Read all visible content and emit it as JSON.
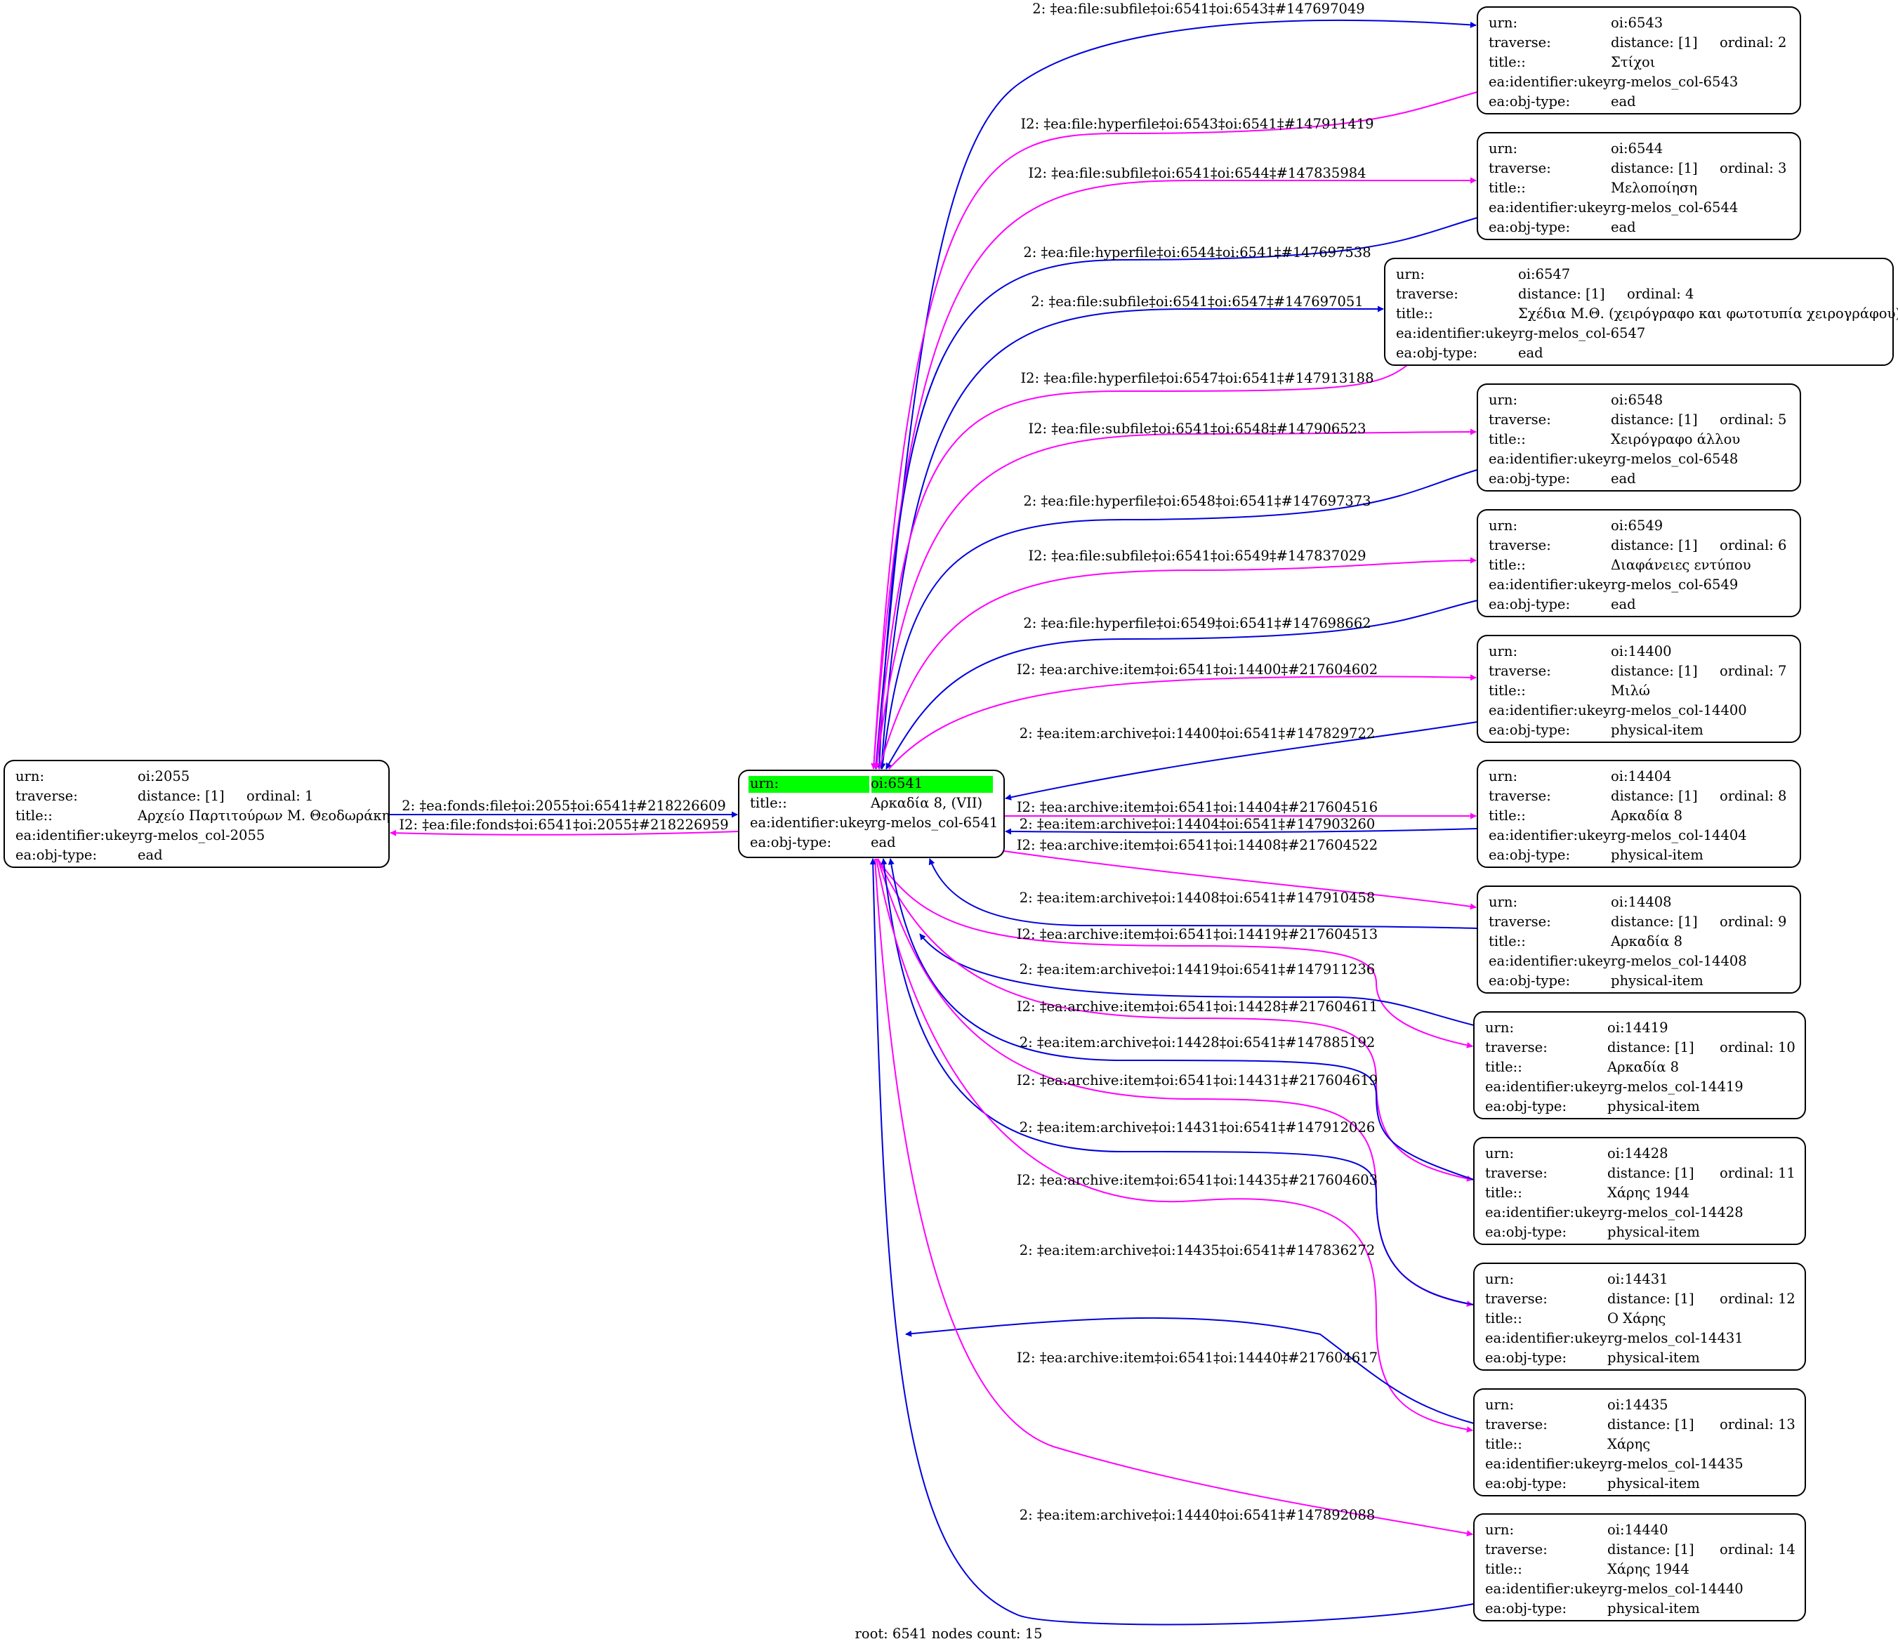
{
  "diagram": {
    "footer": "root: 6541 nodes count: 15",
    "colors": {
      "forward_edge": "#0000dd",
      "inverse_edge": "#ff00ff",
      "root_highlight": "#00ff00",
      "node_border": "#000000"
    },
    "nodes": [
      {
        "id": "n2055",
        "rows": [
          [
            "urn:",
            "oi:2055"
          ],
          [
            "traverse:",
            "distance: [1]",
            "ordinal: 1"
          ],
          [
            "title::",
            "Αρχείο Παρτιτούρων Μ. Θεοδωράκη"
          ],
          [
            "ea:identifier:ukey",
            "rg-melos_col-2055"
          ],
          [
            "ea:obj-type:",
            "ead"
          ]
        ]
      },
      {
        "id": "n6541",
        "root": true,
        "rows": [
          [
            "urn:",
            "oi:6541"
          ],
          [
            "title::",
            "Αρκαδία 8, (VII)"
          ],
          [
            "ea:identifier:ukey",
            "rg-melos_col-6541"
          ],
          [
            "ea:obj-type:",
            "ead"
          ]
        ]
      },
      {
        "id": "n6543",
        "rows": [
          [
            "urn:",
            "oi:6543"
          ],
          [
            "traverse:",
            "distance: [1]",
            "ordinal: 2"
          ],
          [
            "title::",
            "Στίχοι"
          ],
          [
            "ea:identifier:ukey",
            "rg-melos_col-6543"
          ],
          [
            "ea:obj-type:",
            "ead"
          ]
        ]
      },
      {
        "id": "n6544",
        "rows": [
          [
            "urn:",
            "oi:6544"
          ],
          [
            "traverse:",
            "distance: [1]",
            "ordinal: 3"
          ],
          [
            "title::",
            "Μελοποίηση"
          ],
          [
            "ea:identifier:ukey",
            "rg-melos_col-6544"
          ],
          [
            "ea:obj-type:",
            "ead"
          ]
        ]
      },
      {
        "id": "n6547",
        "rows": [
          [
            "urn:",
            "oi:6547"
          ],
          [
            "traverse:",
            "distance: [1]",
            "ordinal: 4"
          ],
          [
            "title::",
            "Σχέδια Μ.Θ. (χειρόγραφο και φωτοτυπία χειρογράφου)"
          ],
          [
            "ea:identifier:ukey",
            "rg-melos_col-6547"
          ],
          [
            "ea:obj-type:",
            "ead"
          ]
        ]
      },
      {
        "id": "n6548",
        "rows": [
          [
            "urn:",
            "oi:6548"
          ],
          [
            "traverse:",
            "distance: [1]",
            "ordinal: 5"
          ],
          [
            "title::",
            "Χειρόγραφο άλλου"
          ],
          [
            "ea:identifier:ukey",
            "rg-melos_col-6548"
          ],
          [
            "ea:obj-type:",
            "ead"
          ]
        ]
      },
      {
        "id": "n6549",
        "rows": [
          [
            "urn:",
            "oi:6549"
          ],
          [
            "traverse:",
            "distance: [1]",
            "ordinal: 6"
          ],
          [
            "title::",
            "Διαφάνειες εντύπου"
          ],
          [
            "ea:identifier:ukey",
            "rg-melos_col-6549"
          ],
          [
            "ea:obj-type:",
            "ead"
          ]
        ]
      },
      {
        "id": "n14400",
        "rows": [
          [
            "urn:",
            "oi:14400"
          ],
          [
            "traverse:",
            "distance: [1]",
            "ordinal: 7"
          ],
          [
            "title::",
            "Μιλώ"
          ],
          [
            "ea:identifier:ukey",
            "rg-melos_col-14400"
          ],
          [
            "ea:obj-type:",
            "physical-item"
          ]
        ]
      },
      {
        "id": "n14404",
        "rows": [
          [
            "urn:",
            "oi:14404"
          ],
          [
            "traverse:",
            "distance: [1]",
            "ordinal: 8"
          ],
          [
            "title::",
            "Αρκαδία 8"
          ],
          [
            "ea:identifier:ukey",
            "rg-melos_col-14404"
          ],
          [
            "ea:obj-type:",
            "physical-item"
          ]
        ]
      },
      {
        "id": "n14408",
        "rows": [
          [
            "urn:",
            "oi:14408"
          ],
          [
            "traverse:",
            "distance: [1]",
            "ordinal: 9"
          ],
          [
            "title::",
            "Αρκαδία 8"
          ],
          [
            "ea:identifier:ukey",
            "rg-melos_col-14408"
          ],
          [
            "ea:obj-type:",
            "physical-item"
          ]
        ]
      },
      {
        "id": "n14419",
        "rows": [
          [
            "urn:",
            "oi:14419"
          ],
          [
            "traverse:",
            "distance: [1]",
            "ordinal: 10"
          ],
          [
            "title::",
            "Αρκαδία 8"
          ],
          [
            "ea:identifier:ukey",
            "rg-melos_col-14419"
          ],
          [
            "ea:obj-type:",
            "physical-item"
          ]
        ]
      },
      {
        "id": "n14428",
        "rows": [
          [
            "urn:",
            "oi:14428"
          ],
          [
            "traverse:",
            "distance: [1]",
            "ordinal: 11"
          ],
          [
            "title::",
            "Χάρης 1944"
          ],
          [
            "ea:identifier:ukey",
            "rg-melos_col-14428"
          ],
          [
            "ea:obj-type:",
            "physical-item"
          ]
        ]
      },
      {
        "id": "n14431",
        "rows": [
          [
            "urn:",
            "oi:14431"
          ],
          [
            "traverse:",
            "distance: [1]",
            "ordinal: 12"
          ],
          [
            "title::",
            "Ο Χάρης"
          ],
          [
            "ea:identifier:ukey",
            "rg-melos_col-14431"
          ],
          [
            "ea:obj-type:",
            "physical-item"
          ]
        ]
      },
      {
        "id": "n14435",
        "rows": [
          [
            "urn:",
            "oi:14435"
          ],
          [
            "traverse:",
            "distance: [1]",
            "ordinal: 13"
          ],
          [
            "title::",
            "Χάρης"
          ],
          [
            "ea:identifier:ukey",
            "rg-melos_col-14435"
          ],
          [
            "ea:obj-type:",
            "physical-item"
          ]
        ]
      },
      {
        "id": "n14440",
        "rows": [
          [
            "urn:",
            "oi:14440"
          ],
          [
            "traverse:",
            "distance: [1]",
            "ordinal: 14"
          ],
          [
            "title::",
            "Χάρης 1944"
          ],
          [
            "ea:identifier:ukey",
            "rg-melos_col-14440"
          ],
          [
            "ea:obj-type:",
            "physical-item"
          ]
        ]
      }
    ],
    "edges": [
      {
        "id": "e1",
        "from": "n2055",
        "to": "n6541",
        "kind": "forward",
        "label": "2: ‡ea:fonds:file‡oi:2055‡oi:6541‡#218226609"
      },
      {
        "id": "e2",
        "from": "n6541",
        "to": "n2055",
        "kind": "inverse",
        "label": "I2: ‡ea:file:fonds‡oi:6541‡oi:2055‡#218226959"
      },
      {
        "id": "e3",
        "from": "n6541",
        "to": "n6543",
        "kind": "forward",
        "label": "2: ‡ea:file:subfile‡oi:6541‡oi:6543‡#147697049"
      },
      {
        "id": "e4",
        "from": "n6543",
        "to": "n6541",
        "kind": "inverse",
        "label": "I2: ‡ea:file:hyperfile‡oi:6543‡oi:6541‡#147911419"
      },
      {
        "id": "e5",
        "from": "n6541",
        "to": "n6544",
        "kind": "inverse",
        "label": "I2: ‡ea:file:subfile‡oi:6541‡oi:6544‡#147835984"
      },
      {
        "id": "e6",
        "from": "n6544",
        "to": "n6541",
        "kind": "forward",
        "label": "2: ‡ea:file:hyperfile‡oi:6544‡oi:6541‡#147697538"
      },
      {
        "id": "e7",
        "from": "n6541",
        "to": "n6547",
        "kind": "forward",
        "label": "2: ‡ea:file:subfile‡oi:6541‡oi:6547‡#147697051"
      },
      {
        "id": "e8",
        "from": "n6547",
        "to": "n6541",
        "kind": "inverse",
        "label": "I2: ‡ea:file:hyperfile‡oi:6547‡oi:6541‡#147913188"
      },
      {
        "id": "e9",
        "from": "n6541",
        "to": "n6548",
        "kind": "inverse",
        "label": "I2: ‡ea:file:subfile‡oi:6541‡oi:6548‡#147906523"
      },
      {
        "id": "e10",
        "from": "n6548",
        "to": "n6541",
        "kind": "forward",
        "label": "2: ‡ea:file:hyperfile‡oi:6548‡oi:6541‡#147697373"
      },
      {
        "id": "e11",
        "from": "n6541",
        "to": "n6549",
        "kind": "inverse",
        "label": "I2: ‡ea:file:subfile‡oi:6541‡oi:6549‡#147837029"
      },
      {
        "id": "e12",
        "from": "n6549",
        "to": "n6541",
        "kind": "forward",
        "label": "2: ‡ea:file:hyperfile‡oi:6549‡oi:6541‡#147698662"
      },
      {
        "id": "e13",
        "from": "n6541",
        "to": "n14400",
        "kind": "inverse",
        "label": "I2: ‡ea:archive:item‡oi:6541‡oi:14400‡#217604602"
      },
      {
        "id": "e14",
        "from": "n14400",
        "to": "n6541",
        "kind": "forward",
        "label": "2: ‡ea:item:archive‡oi:14400‡oi:6541‡#147829722"
      },
      {
        "id": "e15",
        "from": "n6541",
        "to": "n14404",
        "kind": "inverse",
        "label": "I2: ‡ea:archive:item‡oi:6541‡oi:14404‡#217604516"
      },
      {
        "id": "e16",
        "from": "n14404",
        "to": "n6541",
        "kind": "forward",
        "label": "2: ‡ea:item:archive‡oi:14404‡oi:6541‡#147903260"
      },
      {
        "id": "e17",
        "from": "n6541",
        "to": "n14408",
        "kind": "inverse",
        "label": "I2: ‡ea:archive:item‡oi:6541‡oi:14408‡#217604522"
      },
      {
        "id": "e18",
        "from": "n14408",
        "to": "n6541",
        "kind": "forward",
        "label": "2: ‡ea:item:archive‡oi:14408‡oi:6541‡#147910458"
      },
      {
        "id": "e19",
        "from": "n6541",
        "to": "n14419",
        "kind": "inverse",
        "label": "I2: ‡ea:archive:item‡oi:6541‡oi:14419‡#217604513"
      },
      {
        "id": "e20",
        "from": "n14419",
        "to": "n6541",
        "kind": "forward",
        "label": "2: ‡ea:item:archive‡oi:14419‡oi:6541‡#147911236"
      },
      {
        "id": "e21",
        "from": "n6541",
        "to": "n14428",
        "kind": "inverse",
        "label": "I2: ‡ea:archive:item‡oi:6541‡oi:14428‡#217604611"
      },
      {
        "id": "e22",
        "from": "n14428",
        "to": "n6541",
        "kind": "forward",
        "label": "2: ‡ea:item:archive‡oi:14428‡oi:6541‡#147885192"
      },
      {
        "id": "e23",
        "from": "n6541",
        "to": "n14431",
        "kind": "inverse",
        "label": "I2: ‡ea:archive:item‡oi:6541‡oi:14431‡#217604619"
      },
      {
        "id": "e24",
        "from": "n14431",
        "to": "n6541",
        "kind": "forward",
        "label": "2: ‡ea:item:archive‡oi:14431‡oi:6541‡#147912026"
      },
      {
        "id": "e25",
        "from": "n6541",
        "to": "n14435",
        "kind": "inverse",
        "label": "I2: ‡ea:archive:item‡oi:6541‡oi:14435‡#217604603"
      },
      {
        "id": "e26",
        "from": "n14435",
        "to": "n6541",
        "kind": "forward",
        "label": "2: ‡ea:item:archive‡oi:14435‡oi:6541‡#147836272"
      },
      {
        "id": "e27",
        "from": "n6541",
        "to": "n14440",
        "kind": "inverse",
        "label": "I2: ‡ea:archive:item‡oi:6541‡oi:14440‡#217604617"
      },
      {
        "id": "e28",
        "from": "n14440",
        "to": "n6541",
        "kind": "forward",
        "label": "2: ‡ea:item:archive‡oi:14440‡oi:6541‡#147892088"
      }
    ]
  }
}
